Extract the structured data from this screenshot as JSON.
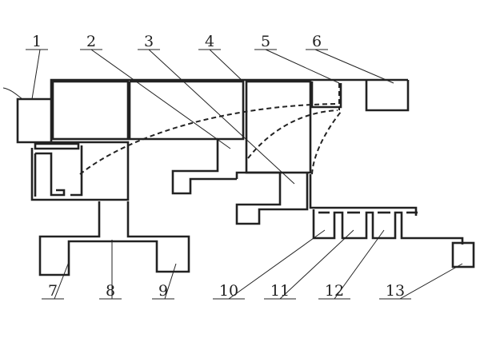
{
  "labels": {
    "l1": "1",
    "l2": "2",
    "l3": "3",
    "l4": "4",
    "l5": "5",
    "l6": "6",
    "l7": "7",
    "l8": "8",
    "l9": "9",
    "l10": "10",
    "l11": "11",
    "l12": "12",
    "l13": "13"
  },
  "colors": {
    "line": "#222222",
    "background": "#ffffff"
  }
}
